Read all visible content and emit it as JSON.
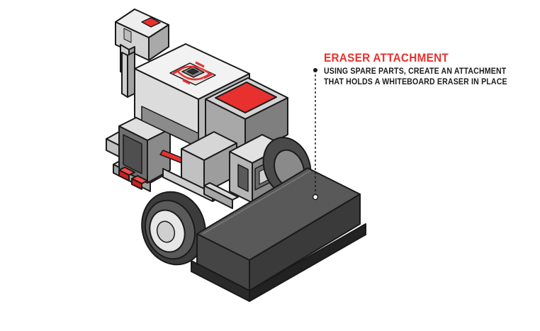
{
  "callout": {
    "title": "ERASER ATTACHMENT",
    "lines": [
      "USING SPARE PARTS, CREATE AN ATTACHMENT",
      "THAT HOLDS A WHITEBOARD ERASER IN PLACE"
    ]
  },
  "colors": {
    "accent_red": "#e8312f",
    "outline": "#1a1a1a",
    "light_gray": "#e4e4e4",
    "mid_gray": "#bdbdbd",
    "dark_gray": "#5c5c5c",
    "eraser_top": "#5a5a5a",
    "eraser_side": "#3e3e3e"
  },
  "parts": [
    "ev3-brick",
    "sensor",
    "wheel",
    "eraser-attachment"
  ]
}
